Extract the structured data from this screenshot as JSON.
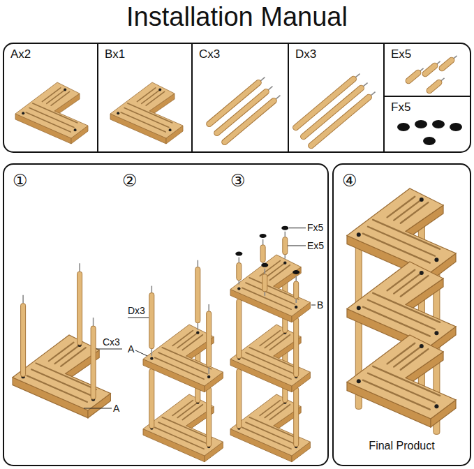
{
  "diagram": {
    "title": "Installation Manual",
    "nodes": [
      {
        "text": [
          "Ax2"
        ]
      },
      {
        "text": [
          "Bx1"
        ]
      },
      {
        "text": [
          "Cx3"
        ]
      },
      {
        "text": [
          "Dx3"
        ]
      },
      {
        "text": [
          "Ex5"
        ]
      },
      {
        "text": [
          "Fx5"
        ]
      },
      {
        "text": [
          "①",
          "②",
          "③"
        ]
      },
      {
        "text": [
          "④",
          "Final Product"
        ]
      }
    ],
    "labels": [
      "Cx3",
      "A",
      "Dx3",
      "A",
      "Fx5",
      "Ex5",
      "B"
    ]
  }
}
